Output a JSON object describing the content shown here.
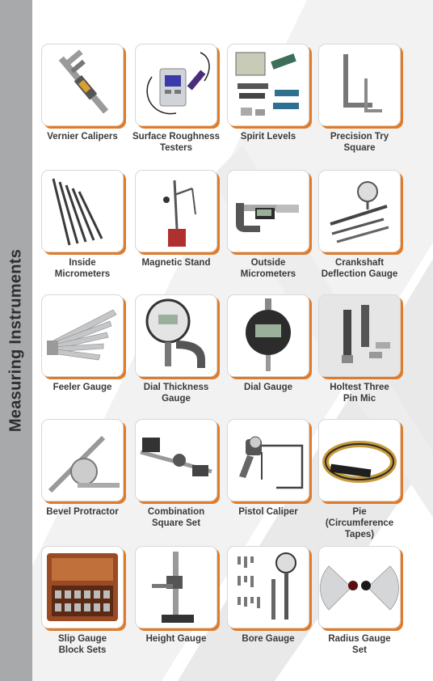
{
  "sidebar": {
    "title": "Measuring Instruments"
  },
  "colors": {
    "accent": "#e07b2a",
    "sidebar": "#a8a9ab"
  },
  "items": [
    {
      "label": "Vernier Calipers",
      "icon": "vernier-caliper-icon"
    },
    {
      "label": "Surface Roughness\nTesters",
      "icon": "roughness-tester-icon"
    },
    {
      "label": "Spirit Levels",
      "icon": "spirit-level-icon"
    },
    {
      "label": "Precision Try\nSquare",
      "icon": "try-square-icon"
    },
    {
      "label": "Inside\nMicrometers",
      "icon": "inside-micrometer-icon"
    },
    {
      "label": "Magnetic Stand",
      "icon": "magnetic-stand-icon"
    },
    {
      "label": "Outside\nMicrometers",
      "icon": "outside-micrometer-icon"
    },
    {
      "label": "Crankshaft\nDeflection Gauge",
      "icon": "crankshaft-gauge-icon"
    },
    {
      "label": "Feeler Gauge",
      "icon": "feeler-gauge-icon"
    },
    {
      "label": "Dial Thickness\nGauge",
      "icon": "dial-thickness-gauge-icon"
    },
    {
      "label": "Dial Gauge",
      "icon": "dial-gauge-icon"
    },
    {
      "label": "Holtest Three\nPin Mic",
      "icon": "three-pin-mic-icon"
    },
    {
      "label": "Bevel Protractor",
      "icon": "bevel-protractor-icon"
    },
    {
      "label": "Combination\nSquare Set",
      "icon": "combination-square-icon"
    },
    {
      "label": "Pistol Caliper",
      "icon": "pistol-caliper-icon"
    },
    {
      "label": "Pie\n(Circumference Tapes)",
      "icon": "pie-tape-icon"
    },
    {
      "label": "Slip Gauge\nBlock Sets",
      "icon": "slip-gauge-icon"
    },
    {
      "label": "Height Gauge",
      "icon": "height-gauge-icon"
    },
    {
      "label": "Bore Gauge",
      "icon": "bore-gauge-icon"
    },
    {
      "label": "Radius Gauge\nSet",
      "icon": "radius-gauge-icon"
    }
  ]
}
